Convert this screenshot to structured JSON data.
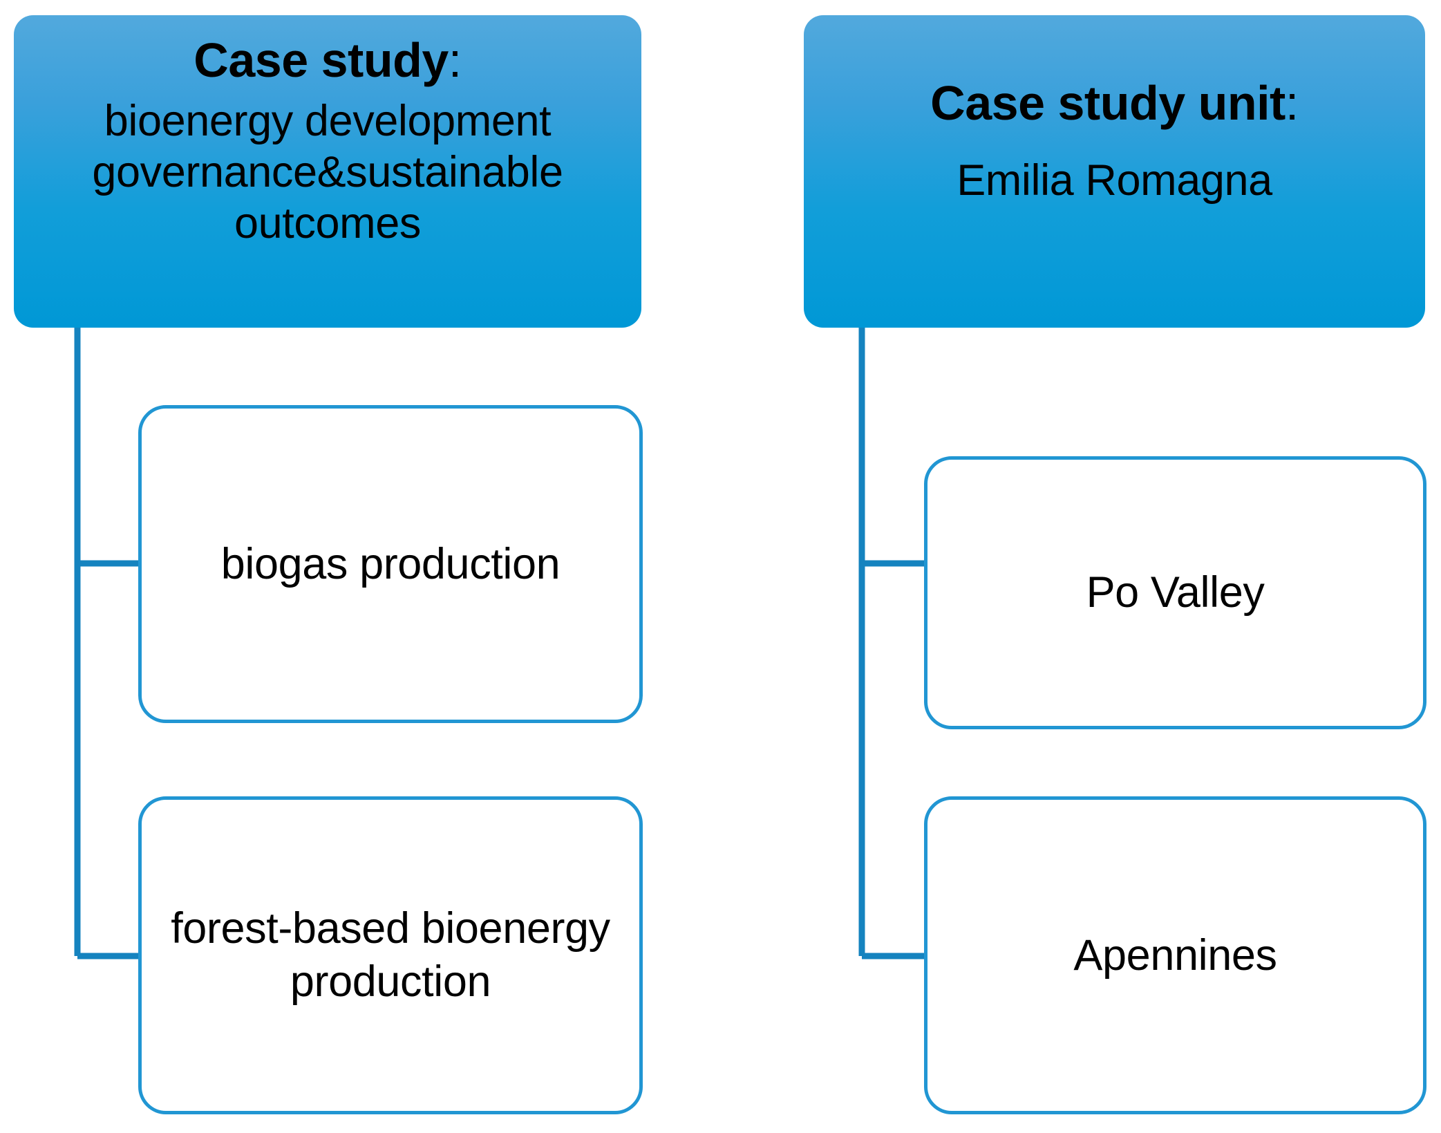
{
  "diagram": {
    "type": "hierarchy-tree",
    "background_color": "#ffffff",
    "accent_color": "#2196d3",
    "header_gradient_top": "#52a9dd",
    "header_gradient_bottom": "#0098d6",
    "branches": [
      {
        "id": "case-study",
        "header_title": "Case study",
        "header_colon": ":",
        "header_body": "bioenergy development governance&sustainable outcomes",
        "children": [
          {
            "id": "biogas",
            "label": "biogas production"
          },
          {
            "id": "forest",
            "label": "forest-based bioenergy production"
          }
        ]
      },
      {
        "id": "case-study-unit",
        "header_title": "Case study unit",
        "header_colon": ":",
        "header_body": "Emilia Romagna",
        "children": [
          {
            "id": "po-valley",
            "label": "Po Valley"
          },
          {
            "id": "apennines",
            "label": "Apennines"
          }
        ]
      }
    ]
  }
}
